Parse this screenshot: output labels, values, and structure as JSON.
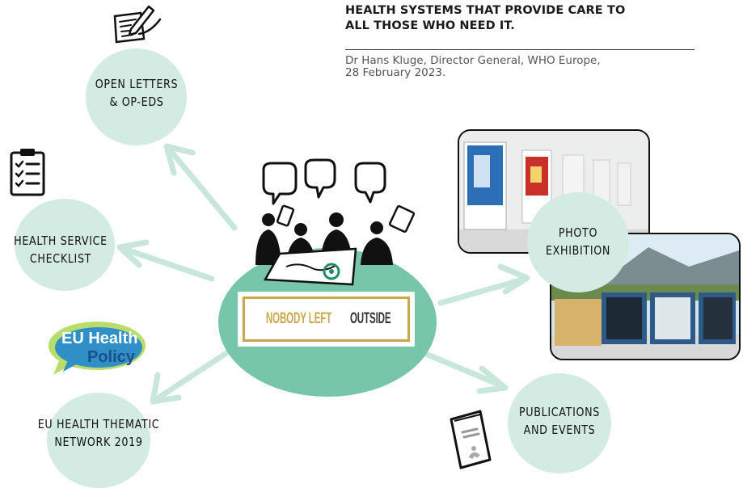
{
  "quote": {
    "line1": "HEALTH SYSTEMS THAT PROVIDE CARE TO",
    "line2": "ALL THOSE WHO NEED IT.",
    "author_line1": "Dr Hans Kluge, Director General, WHO Europe,",
    "author_line2": "28 February 2023."
  },
  "hub": {
    "logo_part1": "NOBODY LEFT",
    "logo_part2": "OUTSIDE"
  },
  "nodes": {
    "open_letters": {
      "line1": "OPEN LETTERS",
      "line2": "& OP-EDS"
    },
    "checklist": {
      "line1": "HEALTH SERVICE",
      "line2": "CHECKLIST"
    },
    "eu_network": {
      "line1": "EU HEALTH THEMATIC",
      "line2": "NETWORK 2019"
    },
    "photo": {
      "line1": "PHOTO",
      "line2": "EXHIBITION"
    },
    "publications": {
      "line1": "PUBLICATIONS",
      "line2": "AND EVENTS"
    }
  },
  "eu_health_policy_logo": {
    "line1": "EU Health",
    "line2": "Policy"
  },
  "colors": {
    "bubble": "#d3ebe2",
    "hub": "#78c6a9",
    "logo_gold": "#c9a84c",
    "arrow": "#c8e6da"
  },
  "icons": [
    "pencil-writing-icon",
    "clipboard-checklist-icon",
    "booklet-icon",
    "speech-bubble-icon",
    "smartphone-icon",
    "eye-map-icon"
  ]
}
